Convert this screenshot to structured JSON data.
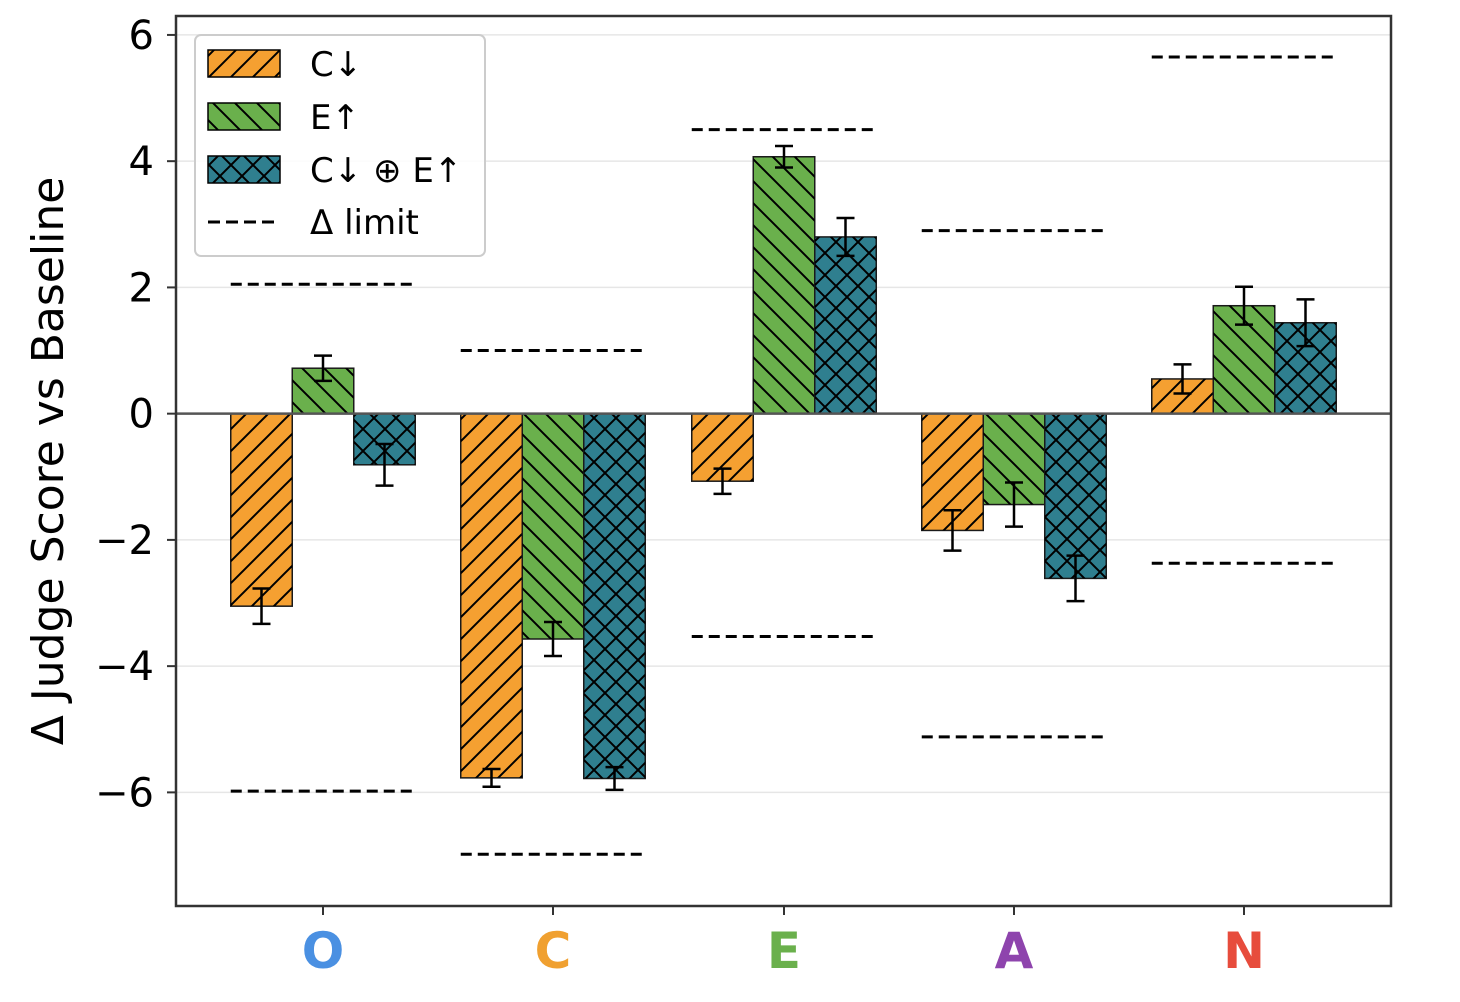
{
  "chart_data": {
    "type": "bar",
    "title": "",
    "xlabel": "",
    "ylabel": "Δ Judge Score vs Baseline",
    "ylim": [
      -7.8,
      6.3
    ],
    "yticks": [
      6,
      4,
      2,
      0,
      -2,
      -4,
      -6
    ],
    "ytick_labels": [
      "6",
      "4",
      "2",
      "0",
      "−2",
      "−4",
      "−6"
    ],
    "grid": "horizontal",
    "legend_position": "top-left",
    "categories": [
      "O",
      "C",
      "E",
      "A",
      "N"
    ],
    "category_colors": [
      "#4a90e2",
      "#f0a030",
      "#6ab04c",
      "#8e44ad",
      "#e74c3c"
    ],
    "series": [
      {
        "name": "C↓",
        "color": "#f5a031",
        "hatch": "/",
        "values": [
          -3.05,
          -5.77,
          -1.07,
          -1.85,
          0.55
        ],
        "errors": [
          0.28,
          0.14,
          0.2,
          0.32,
          0.23
        ]
      },
      {
        "name": "E↑",
        "color": "#6ab04c",
        "hatch": "\\",
        "values": [
          0.72,
          -3.57,
          4.07,
          -1.44,
          1.71
        ],
        "errors": [
          0.2,
          0.27,
          0.17,
          0.35,
          0.3
        ]
      },
      {
        "name": "C↓ ⊕ E↑",
        "color": "#2f7f8f",
        "hatch": "x",
        "values": [
          -0.81,
          -5.78,
          2.8,
          -2.61,
          1.44
        ],
        "errors": [
          0.33,
          0.18,
          0.3,
          0.36,
          0.37
        ]
      }
    ],
    "limits": {
      "name": "Δ limit",
      "upper": [
        2.05,
        1.0,
        4.5,
        2.9,
        5.65
      ],
      "lower": [
        -5.98,
        -6.98,
        -3.53,
        -5.12,
        -2.37
      ]
    }
  }
}
